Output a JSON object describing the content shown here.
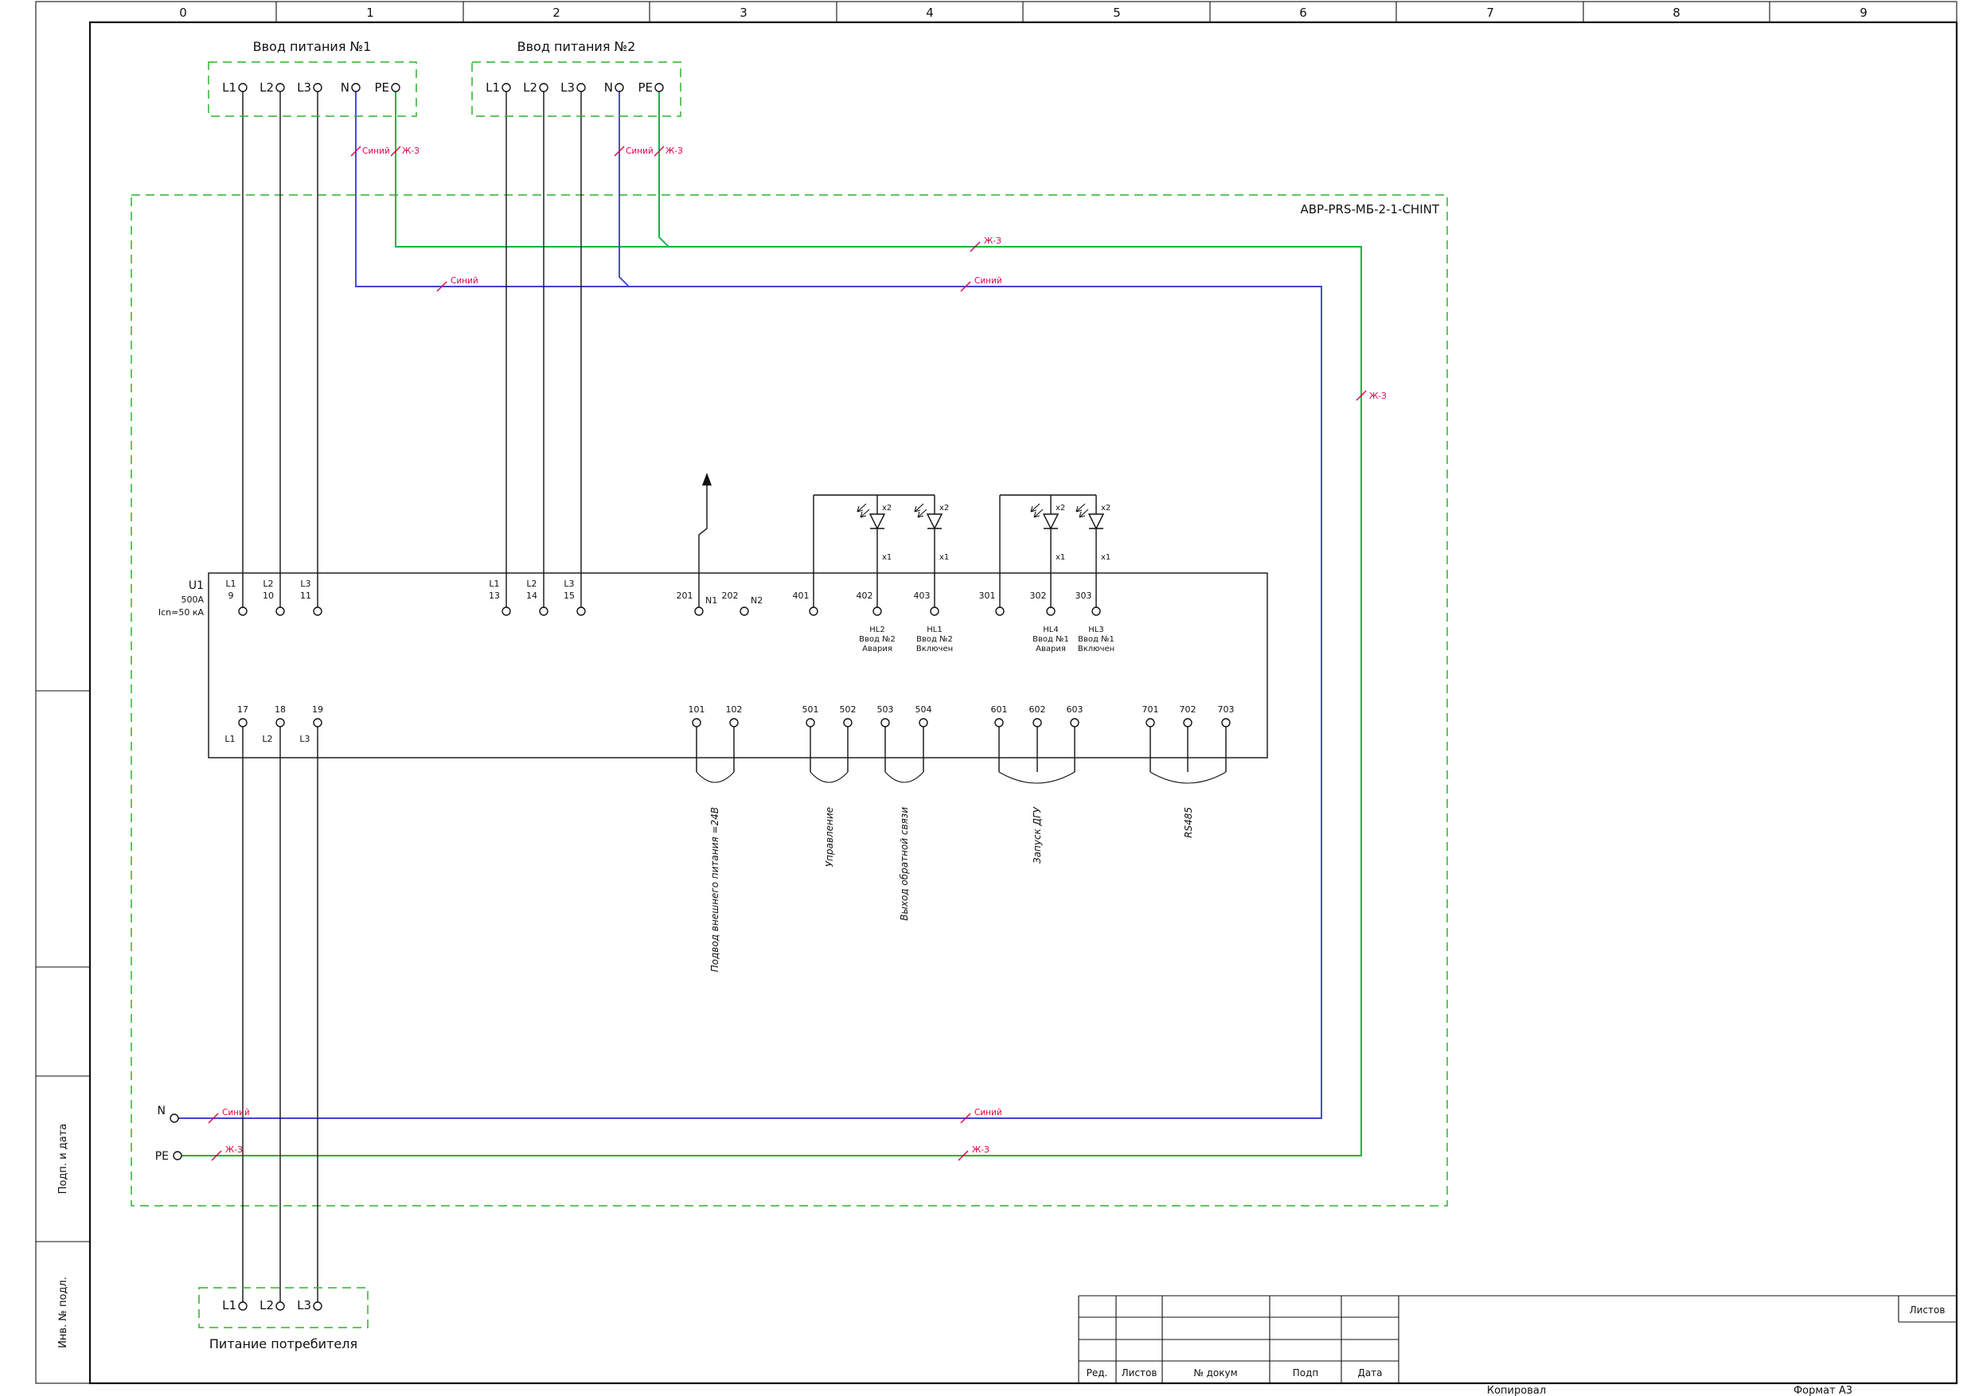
{
  "colors": {
    "pe": "#00b43e",
    "dash": "#2cb42c",
    "neutral": "#4343cf",
    "label": "#e00045"
  },
  "ruler": {
    "numbers": [
      "0",
      "1",
      "2",
      "3",
      "4",
      "5",
      "6",
      "7",
      "8",
      "9"
    ]
  },
  "frame": {
    "side_labels": {
      "podp": "Подп. и дата",
      "inv": "Инв. № подл."
    },
    "title_block": {
      "cols": [
        "Ред.",
        "Листов",
        "№ докум",
        "Подп",
        "Дата"
      ],
      "sheets": "Листов"
    },
    "footer": {
      "copied": "Копировал",
      "format": "Формат А3"
    }
  },
  "inputs": [
    {
      "title": "Ввод питания №1",
      "terminals": [
        "L1",
        "L2",
        "L3",
        "N",
        "PE"
      ]
    },
    {
      "title": "Ввод питания №2",
      "terminals": [
        "L1",
        "L2",
        "L3",
        "N",
        "PE"
      ]
    }
  ],
  "wire_labels": {
    "blue": "Синий",
    "yellow_green": "Ж-З"
  },
  "cabinet": {
    "label": "АВР-PRS-МБ-2-1-CHINT"
  },
  "device": {
    "ref": "U1",
    "rating": "500A",
    "breaking": "Icn=50 кА",
    "top_terminals": [
      {
        "name": "L1",
        "num": "9"
      },
      {
        "name": "L2",
        "num": "10"
      },
      {
        "name": "L3",
        "num": "11"
      },
      {
        "name": "L1",
        "num": "13"
      },
      {
        "name": "L2",
        "num": "14"
      },
      {
        "name": "L3",
        "num": "15"
      },
      {
        "num": "201",
        "name": "N1"
      },
      {
        "num": "202",
        "name": "N2"
      },
      {
        "num": "401"
      },
      {
        "num": "402"
      },
      {
        "num": "403"
      },
      {
        "num": "301"
      },
      {
        "num": "302"
      },
      {
        "num": "303"
      }
    ],
    "bottom_terminals": [
      {
        "num": "17",
        "name": "L1"
      },
      {
        "num": "18",
        "name": "L2"
      },
      {
        "num": "19",
        "name": "L3"
      },
      {
        "num": "101"
      },
      {
        "num": "102"
      },
      {
        "num": "501"
      },
      {
        "num": "502"
      },
      {
        "num": "503"
      },
      {
        "num": "504"
      },
      {
        "num": "601"
      },
      {
        "num": "602"
      },
      {
        "num": "603"
      },
      {
        "num": "701"
      },
      {
        "num": "702"
      },
      {
        "num": "703"
      }
    ]
  },
  "led_pins": {
    "top": "x2",
    "bottom": "x1"
  },
  "indicators": [
    {
      "tag": "HL2",
      "line1": "Ввод №2",
      "line2": "Авария"
    },
    {
      "tag": "HL1",
      "line1": "Ввод №2",
      "line2": "Включен"
    },
    {
      "tag": "HL4",
      "line1": "Ввод №1",
      "line2": "Авария"
    },
    {
      "tag": "HL3",
      "line1": "Ввод №1",
      "line2": "Включен"
    }
  ],
  "io_groups": [
    {
      "label": "Подвод внешнего питания =24В"
    },
    {
      "label": "Управление"
    },
    {
      "label": "Выход обратной связи"
    },
    {
      "label": "Запуск ДГУ"
    },
    {
      "label": "RS485"
    }
  ],
  "output": {
    "n": "N",
    "pe": "PE",
    "title": "Питание потребителя",
    "terminals": [
      "L1",
      "L2",
      "L3"
    ]
  }
}
